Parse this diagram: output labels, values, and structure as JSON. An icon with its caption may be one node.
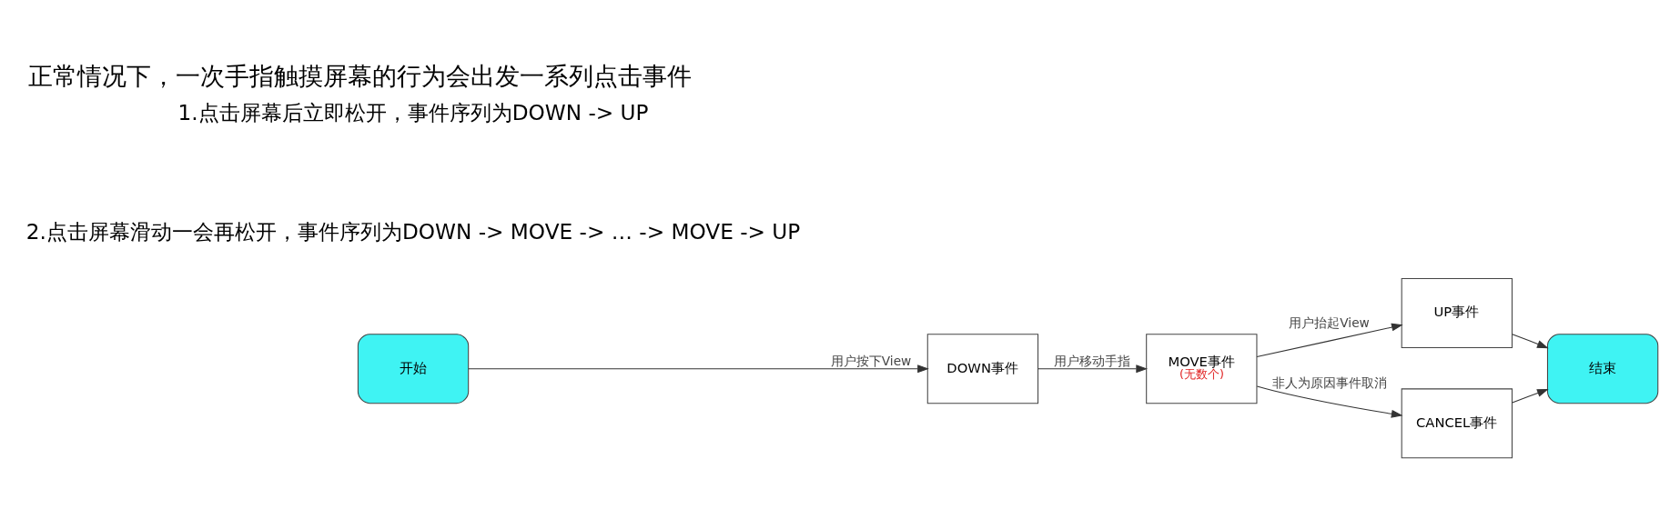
{
  "diagram": {
    "title": "正常情况下，一次手指触摸屏幕的行为会出发一系列点击事件",
    "nodes": [
      {
        "text": [
          "开始"
        ]
      },
      {
        "text": [
          "DOWN事件"
        ]
      },
      {
        "text": [
          "MOVE事件",
          "(无数个)"
        ]
      },
      {
        "text": [
          "UP事件"
        ]
      },
      {
        "text": [
          "结束"
        ]
      },
      {
        "text": [
          "CANCEL事件"
        ]
      }
    ],
    "edges": [
      {
        "from": 0,
        "to": 1,
        "arrow": "to",
        "label": "用户按下View"
      },
      {
        "from": 1,
        "to": 2,
        "arrow": "to",
        "label": "用户移动手指"
      },
      {
        "from": 2,
        "to": 3,
        "arrow": "to",
        "label": "用户抬起View"
      },
      {
        "from": 3,
        "to": 4,
        "arrow": "to"
      },
      {
        "from": 2,
        "to": 5,
        "arrow": "to",
        "label": "非人为原因事件取消"
      },
      {
        "from": 5,
        "to": 4,
        "arrow": "to"
      }
    ],
    "labels": [
      "1.点击屏幕后立即松开，事件序列为DOWN -> UP",
      "2.点击屏幕滑动一会再松开，事件序列为DOWN -> MOVE -> … -> MOVE -> UP"
    ]
  }
}
